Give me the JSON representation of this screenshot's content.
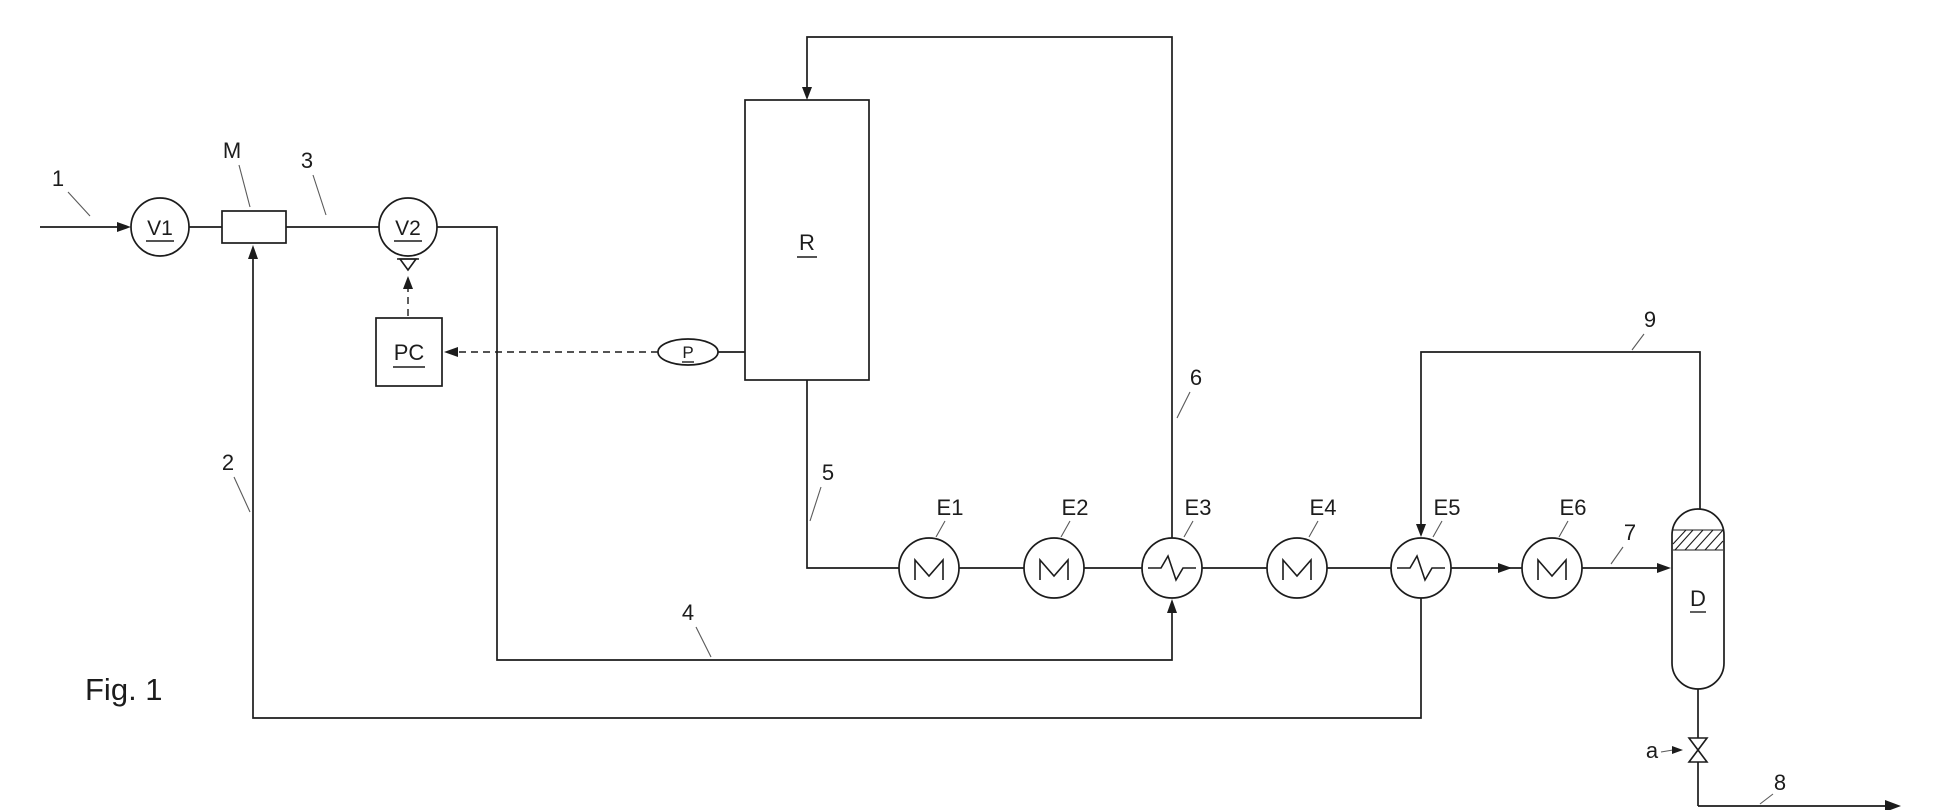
{
  "figure": {
    "caption": "Fig. 1"
  },
  "colors": {
    "ink": "#1c1c1c",
    "background": "#ffffff"
  },
  "equipment": {
    "v1": {
      "label": "V1"
    },
    "mixer": {
      "label": "M"
    },
    "v2": {
      "label": "V2"
    },
    "pc": {
      "label": "PC"
    },
    "p": {
      "label": "P"
    },
    "r": {
      "label": "R"
    },
    "e1": {
      "label": "E1"
    },
    "e2": {
      "label": "E2"
    },
    "e3": {
      "label": "E3"
    },
    "e4": {
      "label": "E4"
    },
    "e5": {
      "label": "E5"
    },
    "e6": {
      "label": "E6"
    },
    "d": {
      "label": "D"
    },
    "a": {
      "label": "a"
    }
  },
  "streams": {
    "1": "1",
    "2": "2",
    "3": "3",
    "4": "4",
    "5": "5",
    "6": "6",
    "7": "7",
    "8": "8",
    "9": "9"
  }
}
